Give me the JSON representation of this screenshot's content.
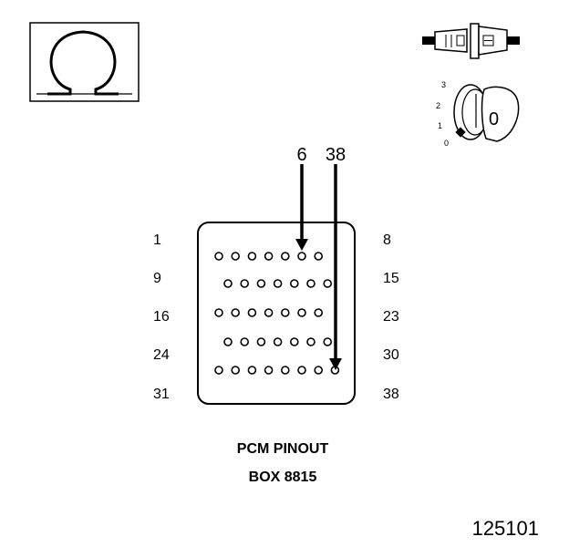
{
  "caption": {
    "line1": "PCM PINOUT",
    "line2": "BOX 8815"
  },
  "figure_number": "125101",
  "icons": {
    "ohmmeter": "ohm-symbol-icon",
    "connector": "disconnected-connector-icon",
    "ignition": "ignition-key-off-icon"
  },
  "ignition_key": {
    "positions": [
      "3",
      "2",
      "1",
      "0"
    ],
    "key_label": "0"
  },
  "probe_pins": [
    "6",
    "38"
  ],
  "connector": {
    "rows": [
      {
        "left": "1",
        "right": "8",
        "pins": 7
      },
      {
        "left": "9",
        "right": "15",
        "pins": 7
      },
      {
        "left": "16",
        "right": "23",
        "pins": 7
      },
      {
        "left": "24",
        "right": "30",
        "pins": 7
      },
      {
        "left": "31",
        "right": "38",
        "pins": 8
      }
    ]
  }
}
